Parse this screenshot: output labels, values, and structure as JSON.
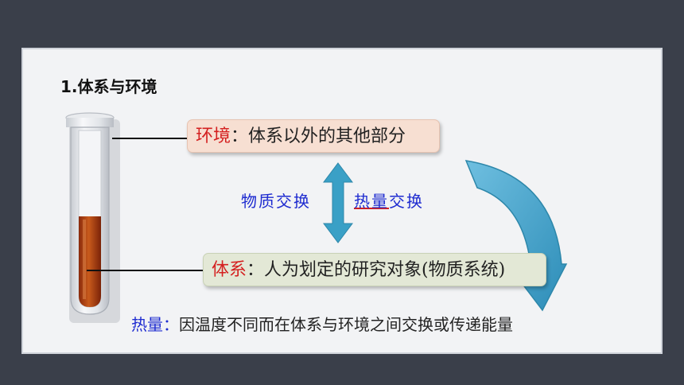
{
  "slide": {
    "title": "1.体系与环境"
  },
  "environment": {
    "term": "环境",
    "definition": "：体系以外的其他部分"
  },
  "system": {
    "term": "体系",
    "definition": "：人为划定的研究对象(物质系统)"
  },
  "exchange": {
    "matter": "物质交换",
    "heat_term": "热量",
    "heat_suffix": "交换"
  },
  "heat": {
    "term": "热量：",
    "definition": "因温度不同而在体系与环境之间交换或传递能量"
  },
  "colors": {
    "background": "#3a3f4a",
    "slide": "#f2f3f5",
    "accent_red": "#d42020",
    "accent_blue": "#1e2bd0",
    "arrow": "#3aa0c6"
  },
  "icons": {
    "tube": "test-tube-icon",
    "vertical_arrow": "double-arrow-icon",
    "curved_arrow": "curved-arrow-icon"
  }
}
